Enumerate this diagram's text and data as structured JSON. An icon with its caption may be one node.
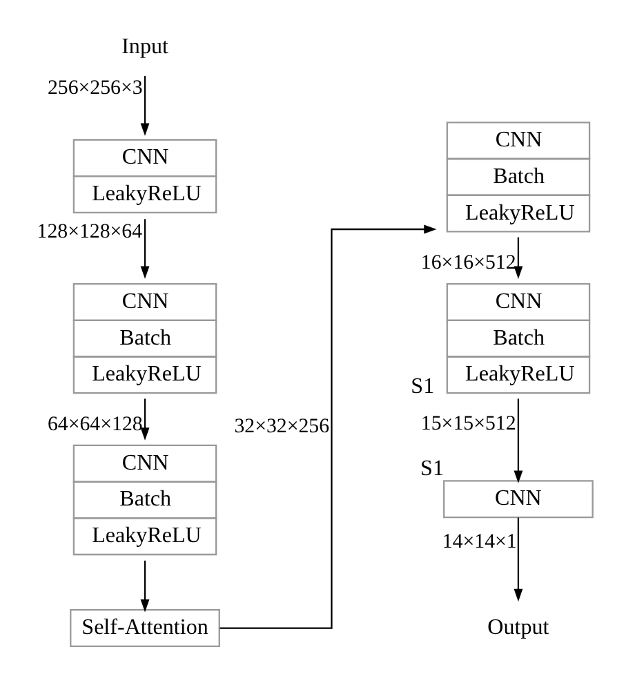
{
  "diagram": {
    "nodes": [
      {
        "text": [
          "Input"
        ]
      },
      {
        "text": [
          "CNN",
          "LeakyReLU"
        ]
      },
      {
        "text": [
          "CNN",
          "Batch",
          "LeakyReLU"
        ]
      },
      {
        "text": [
          "CNN",
          "Batch",
          "LeakyReLU"
        ]
      },
      {
        "text": [
          "Self-Attention"
        ]
      },
      {
        "text": [
          "CNN",
          "Batch",
          "LeakyReLU"
        ]
      },
      {
        "text": [
          "CNN",
          "Batch",
          "LeakyReLU"
        ],
        "beside": [
          "S1"
        ]
      },
      {
        "text": [
          "CNN"
        ],
        "beside": [
          "S1"
        ]
      },
      {
        "text": [
          "Output"
        ]
      }
    ],
    "edges": [
      {
        "from": 0,
        "to": 1,
        "arrow": "to",
        "label": "256×256×3"
      },
      {
        "from": 1,
        "to": 2,
        "arrow": "to",
        "label": "128×128×64"
      },
      {
        "from": 2,
        "to": 3,
        "arrow": "to",
        "label": "64×64×128"
      },
      {
        "from": 3,
        "to": 4,
        "arrow": "to"
      },
      {
        "from": 4,
        "to": 5,
        "arrow": "to",
        "label": "32×32×256"
      },
      {
        "from": 5,
        "to": 6,
        "arrow": "to",
        "label": "16×16×512"
      },
      {
        "from": 6,
        "to": 7,
        "arrow": "to",
        "label": "15×15×512"
      },
      {
        "from": 7,
        "to": 8,
        "arrow": "to",
        "label": "14×14×1"
      }
    ]
  }
}
